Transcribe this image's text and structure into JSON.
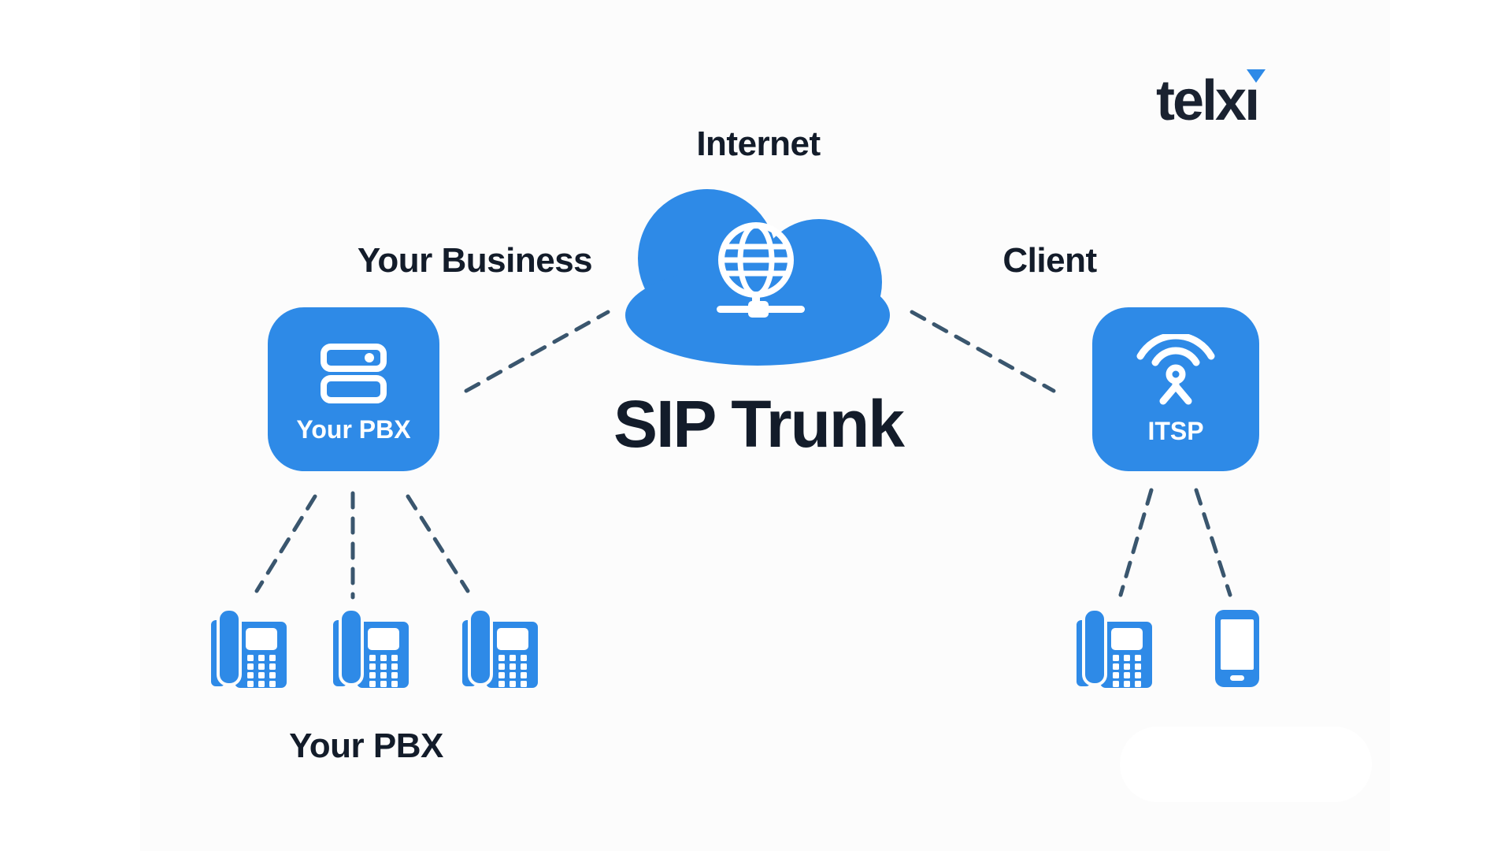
{
  "brand": {
    "logo_full": "telxi",
    "logo_main": "telx",
    "logo_i": "ı",
    "logo_mark": "blue-down-triangle"
  },
  "labels": {
    "internet": "Internet",
    "title": "SIP Trunk",
    "your_business": "Your Business",
    "client": "Client",
    "pbx_box": "Your PBX",
    "itsp_box": "ITSP",
    "pbx_group": "Your PBX"
  },
  "colors": {
    "primary_blue": "#2E8AE7",
    "dash": "#3A566E",
    "text_dark": "#131C2A",
    "logo_text": "#1A2230",
    "panel_bg": "#FCFCFC",
    "icon_fg": "#FFFFFF"
  },
  "diagram": {
    "type": "network-topology",
    "nodes": [
      {
        "id": "internet-cloud",
        "label": "Internet",
        "icon": "cloud-globe-network-icon"
      },
      {
        "id": "your-pbx",
        "label": "Your PBX",
        "group_label": "Your Business",
        "icon": "server-icon"
      },
      {
        "id": "itsp",
        "label": "ITSP",
        "group_label": "Client",
        "icon": "antenna-broadcast-icon"
      },
      {
        "id": "pbx-extensions",
        "label": "Your PBX",
        "icon": "desk-phone-icon",
        "device_count": 3
      },
      {
        "id": "client-devices",
        "icons": [
          "desk-phone-icon",
          "mobile-phone-icon"
        ],
        "device_count": 2
      }
    ],
    "edges": [
      {
        "from": "your-pbx",
        "to": "internet-cloud",
        "style": "dashed"
      },
      {
        "from": "internet-cloud",
        "to": "itsp",
        "style": "dashed"
      },
      {
        "from": "your-pbx",
        "to": "pbx-extensions",
        "style": "dashed",
        "lines": 3
      },
      {
        "from": "itsp",
        "to": "client-devices",
        "style": "dashed",
        "lines": 2
      }
    ]
  }
}
